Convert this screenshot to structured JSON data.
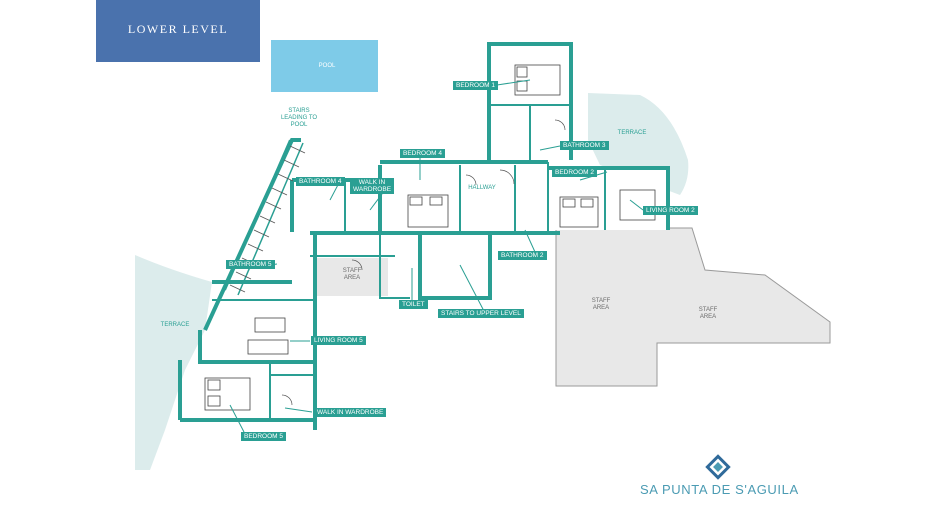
{
  "header": {
    "title": "LOWER LEVEL"
  },
  "brand": {
    "name": "SA PUNTA DE S'AGUILA"
  },
  "colors": {
    "wall": "#2a9f93",
    "water": "#7ecbe8",
    "terrace": "#dcecec",
    "staff_area": "#e8e8e8",
    "banner": "#4a72ad",
    "brand_text": "#4b9bb3"
  },
  "areas": {
    "pool": "POOL",
    "stairs_pool": "STAIRS LEADING TO POOL",
    "terrace_right": "TERRACE",
    "terrace_left": "TERRACE",
    "hallway": "HALLWAY",
    "staff_area_1": "STAFF AREA",
    "staff_area_2": "STAFF AREA",
    "staff_area_3": "STAFF AREA"
  },
  "rooms": {
    "bedroom_1": "BEDROOM 1",
    "bathroom_3": "BATHROOM 3",
    "bedroom_4": "BEDROOM 4",
    "bedroom_2": "BEDROOM 2",
    "living_room_2": "LIVING ROOM 2",
    "bathroom_4": "BATHROOM 4",
    "walk_in_wardrobe_1": "WALK IN WARDROBE",
    "bathroom_2": "BATHROOM 2",
    "bathroom_5": "BATHROOM 5",
    "toilet": "TOILET",
    "stairs_upper": "STAIRS TO UPPER LEVEL",
    "living_room_5": "LIVING ROOM 5",
    "walk_in_wardrobe_2": "WALK IN WARDROBE",
    "bedroom_5": "BEDROOM 5"
  },
  "icons": {
    "logo": "compass-tile-logo"
  }
}
